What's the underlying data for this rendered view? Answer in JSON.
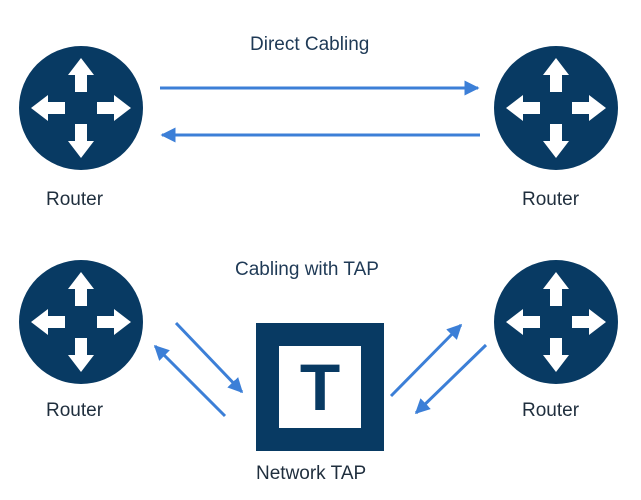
{
  "diagram": {
    "direct_section": {
      "title": "Direct Cabling",
      "left_router_label": "Router",
      "right_router_label": "Router"
    },
    "tap_section": {
      "title": "Cabling with TAP",
      "left_router_label": "Router",
      "right_router_label": "Router",
      "tap_label": "Network TAP",
      "tap_letter": "T"
    }
  },
  "colors": {
    "router": "#083a63",
    "arrow": "#3c7fd7",
    "tap": "#083a63"
  },
  "icons": [
    "router-icon",
    "network-tap-icon",
    "arrow-right",
    "arrow-left"
  ]
}
